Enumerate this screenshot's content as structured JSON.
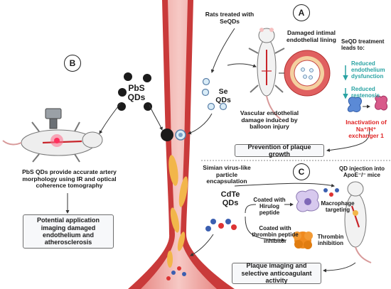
{
  "panels": {
    "a_label": "A",
    "b_label": "B",
    "c_label": "C"
  },
  "panel_a": {
    "rats_treated": "Rats treated with SeQDs",
    "damaged_intimal": "Damaged intimal endothelial lining",
    "se_qds": "Se QDs",
    "vascular_damage": "Vascular endothelial damage induced by balloon injury",
    "seqd_leads": "SeQD treatment leads to:",
    "reduced_endothelium": "Reduced endothelium dysfunction",
    "reduced_restenosis": "Reduced restenosis",
    "inactivation": "Inactivation of Na⁺/H⁺ exchanger 1",
    "prevention_box": "Prevention of plaque growth"
  },
  "panel_b": {
    "pbs_qds": "PbS QDs",
    "accurate_morphology": "PbS QDs provide accurate artery morphology using IR and optical coherence tomography",
    "potential_box": "Potential application imaging damaged endothelium and atherosclerosis"
  },
  "panel_c": {
    "simian": "Simian virus-like particle encapsulation",
    "cdte_qds": "CdTe QDs",
    "coated_hirulog": "Coated with Hirulog peptide",
    "macrophage": "Macrophage targeting",
    "coated_thrombin": "Coated with thrombin peptide inhibitor",
    "thrombin_inhibition": "Thrombin inhibition",
    "qd_injection": "QD injection into ApoE⁻/⁻ mice",
    "plaque_box": "Plaque imaging and selective anticoagulant activity"
  },
  "colors": {
    "vessel_wall": "#c93a3a",
    "vessel_lumen": "#f3b7b4",
    "arrow_teal": "#2aa3a3",
    "inactivation_red": "#e02424",
    "plaque": "#f2b64a",
    "box_border": "#6f6f6f"
  }
}
